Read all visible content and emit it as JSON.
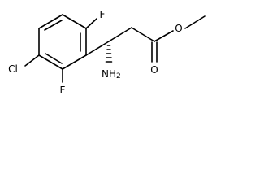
{
  "molecule": {
    "atoms": {
      "fluorine_top": "F",
      "chlorine": "Cl",
      "fluorine_bottom": "F",
      "amine": "NH",
      "amine_subscript": "2",
      "ester_oxygen": "O",
      "carbonyl_oxygen": "O"
    }
  }
}
